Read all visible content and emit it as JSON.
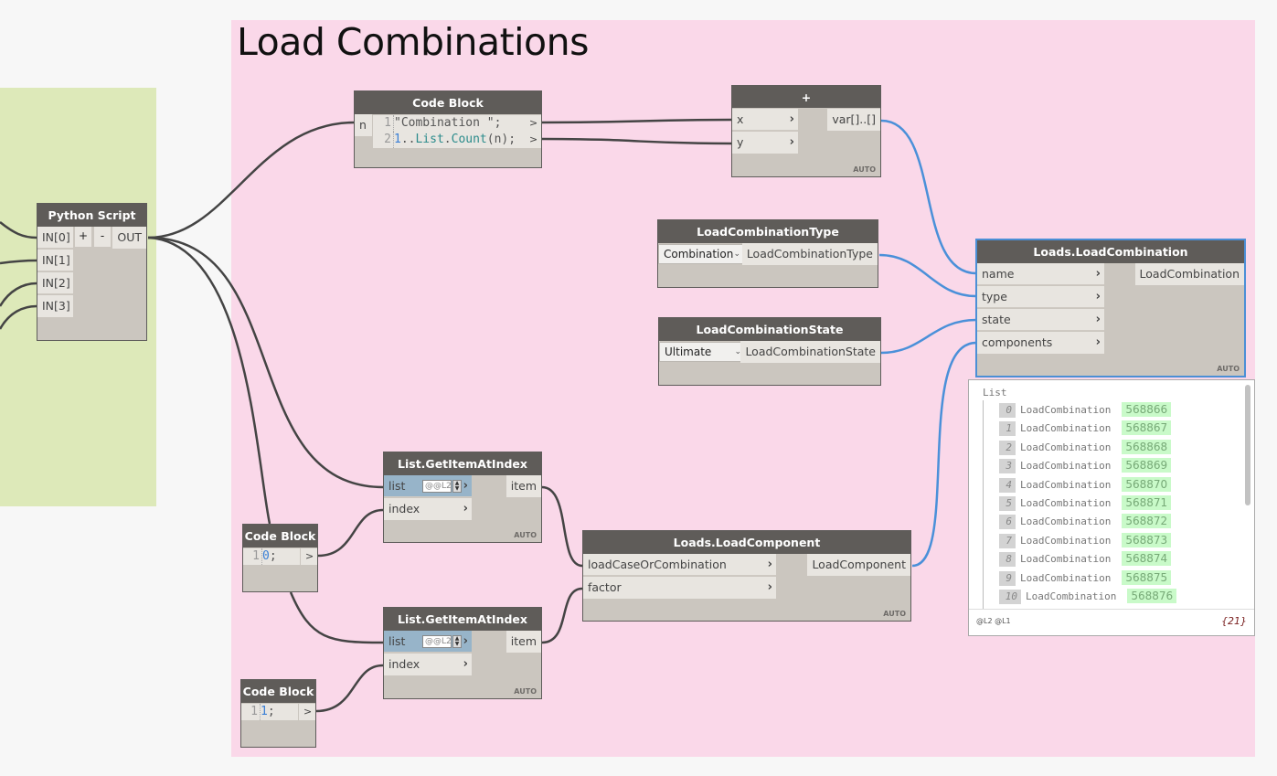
{
  "groups": {
    "load_combinations": {
      "title": "Load Combinations",
      "color": "#fad8e9"
    },
    "left_group": {
      "color": "#dde9b9"
    }
  },
  "colors": {
    "wire_dark": "#444444",
    "wire_selected": "#4a90d9",
    "node_header": "#5f5c59",
    "preview_value_bg": "#c9fac9"
  },
  "nodes": {
    "python_script": {
      "title": "Python Script",
      "inputs": [
        "IN[0]",
        "IN[1]",
        "IN[2]",
        "IN[3]"
      ],
      "add_label": "+",
      "remove_label": "-",
      "output": "OUT"
    },
    "code_block_combination": {
      "title": "Code Block",
      "input": "n",
      "lines": [
        {
          "num": "1",
          "parts": [
            {
              "t": "\"Combination \";",
              "c": "str"
            }
          ]
        },
        {
          "num": "2",
          "parts": [
            {
              "t": "1",
              "c": "num"
            },
            {
              "t": "..",
              "c": "str"
            },
            {
              "t": "List",
              "c": "kw"
            },
            {
              "t": ".",
              "c": "str"
            },
            {
              "t": "Count",
              "c": "kw"
            },
            {
              "t": "(n);",
              "c": "str"
            }
          ]
        }
      ],
      "out_arrow": ">"
    },
    "plus": {
      "title": "+",
      "inputs": [
        "x",
        "y"
      ],
      "output": "var[]..[]",
      "lacing": "AUTO"
    },
    "load_combination_type": {
      "title": "LoadCombinationType",
      "selected": "Combination",
      "output": "LoadCombinationType"
    },
    "load_combination_state": {
      "title": "LoadCombinationState",
      "selected": "Ultimate",
      "output": "LoadCombinationState"
    },
    "load_combination": {
      "title": "Loads.LoadCombination",
      "inputs": [
        "name",
        "type",
        "state",
        "components"
      ],
      "output": "LoadCombination",
      "lacing": "AUTO"
    },
    "get_item_1": {
      "title": "List.GetItemAtIndex",
      "inputs": [
        "list",
        "index"
      ],
      "list_level": "@@L2",
      "output": "item",
      "lacing": "AUTO"
    },
    "get_item_2": {
      "title": "List.GetItemAtIndex",
      "inputs": [
        "list",
        "index"
      ],
      "list_level": "@@L2",
      "output": "item",
      "lacing": "AUTO"
    },
    "code_block_zero": {
      "title": "Code Block",
      "line_num": "1",
      "value": "0",
      "suffix": ";",
      "out_arrow": ">"
    },
    "code_block_one": {
      "title": "Code Block",
      "line_num": "1",
      "value": "1",
      "suffix": ";",
      "out_arrow": ">"
    },
    "load_component": {
      "title": "Loads.LoadComponent",
      "inputs": [
        "loadCaseOrCombination",
        "factor"
      ],
      "output": "LoadComponent",
      "lacing": "AUTO"
    }
  },
  "preview": {
    "header": "List",
    "items": [
      {
        "index": "0",
        "type": "LoadCombination",
        "value": "568866"
      },
      {
        "index": "1",
        "type": "LoadCombination",
        "value": "568867"
      },
      {
        "index": "2",
        "type": "LoadCombination",
        "value": "568868"
      },
      {
        "index": "3",
        "type": "LoadCombination",
        "value": "568869"
      },
      {
        "index": "4",
        "type": "LoadCombination",
        "value": "568870"
      },
      {
        "index": "5",
        "type": "LoadCombination",
        "value": "568871"
      },
      {
        "index": "6",
        "type": "LoadCombination",
        "value": "568872"
      },
      {
        "index": "7",
        "type": "LoadCombination",
        "value": "568873"
      },
      {
        "index": "8",
        "type": "LoadCombination",
        "value": "568874"
      },
      {
        "index": "9",
        "type": "LoadCombination",
        "value": "568875"
      },
      {
        "index": "10",
        "type": "LoadCombination",
        "value": "568876"
      }
    ],
    "levels": "@L2 @L1",
    "count": "{21}"
  }
}
